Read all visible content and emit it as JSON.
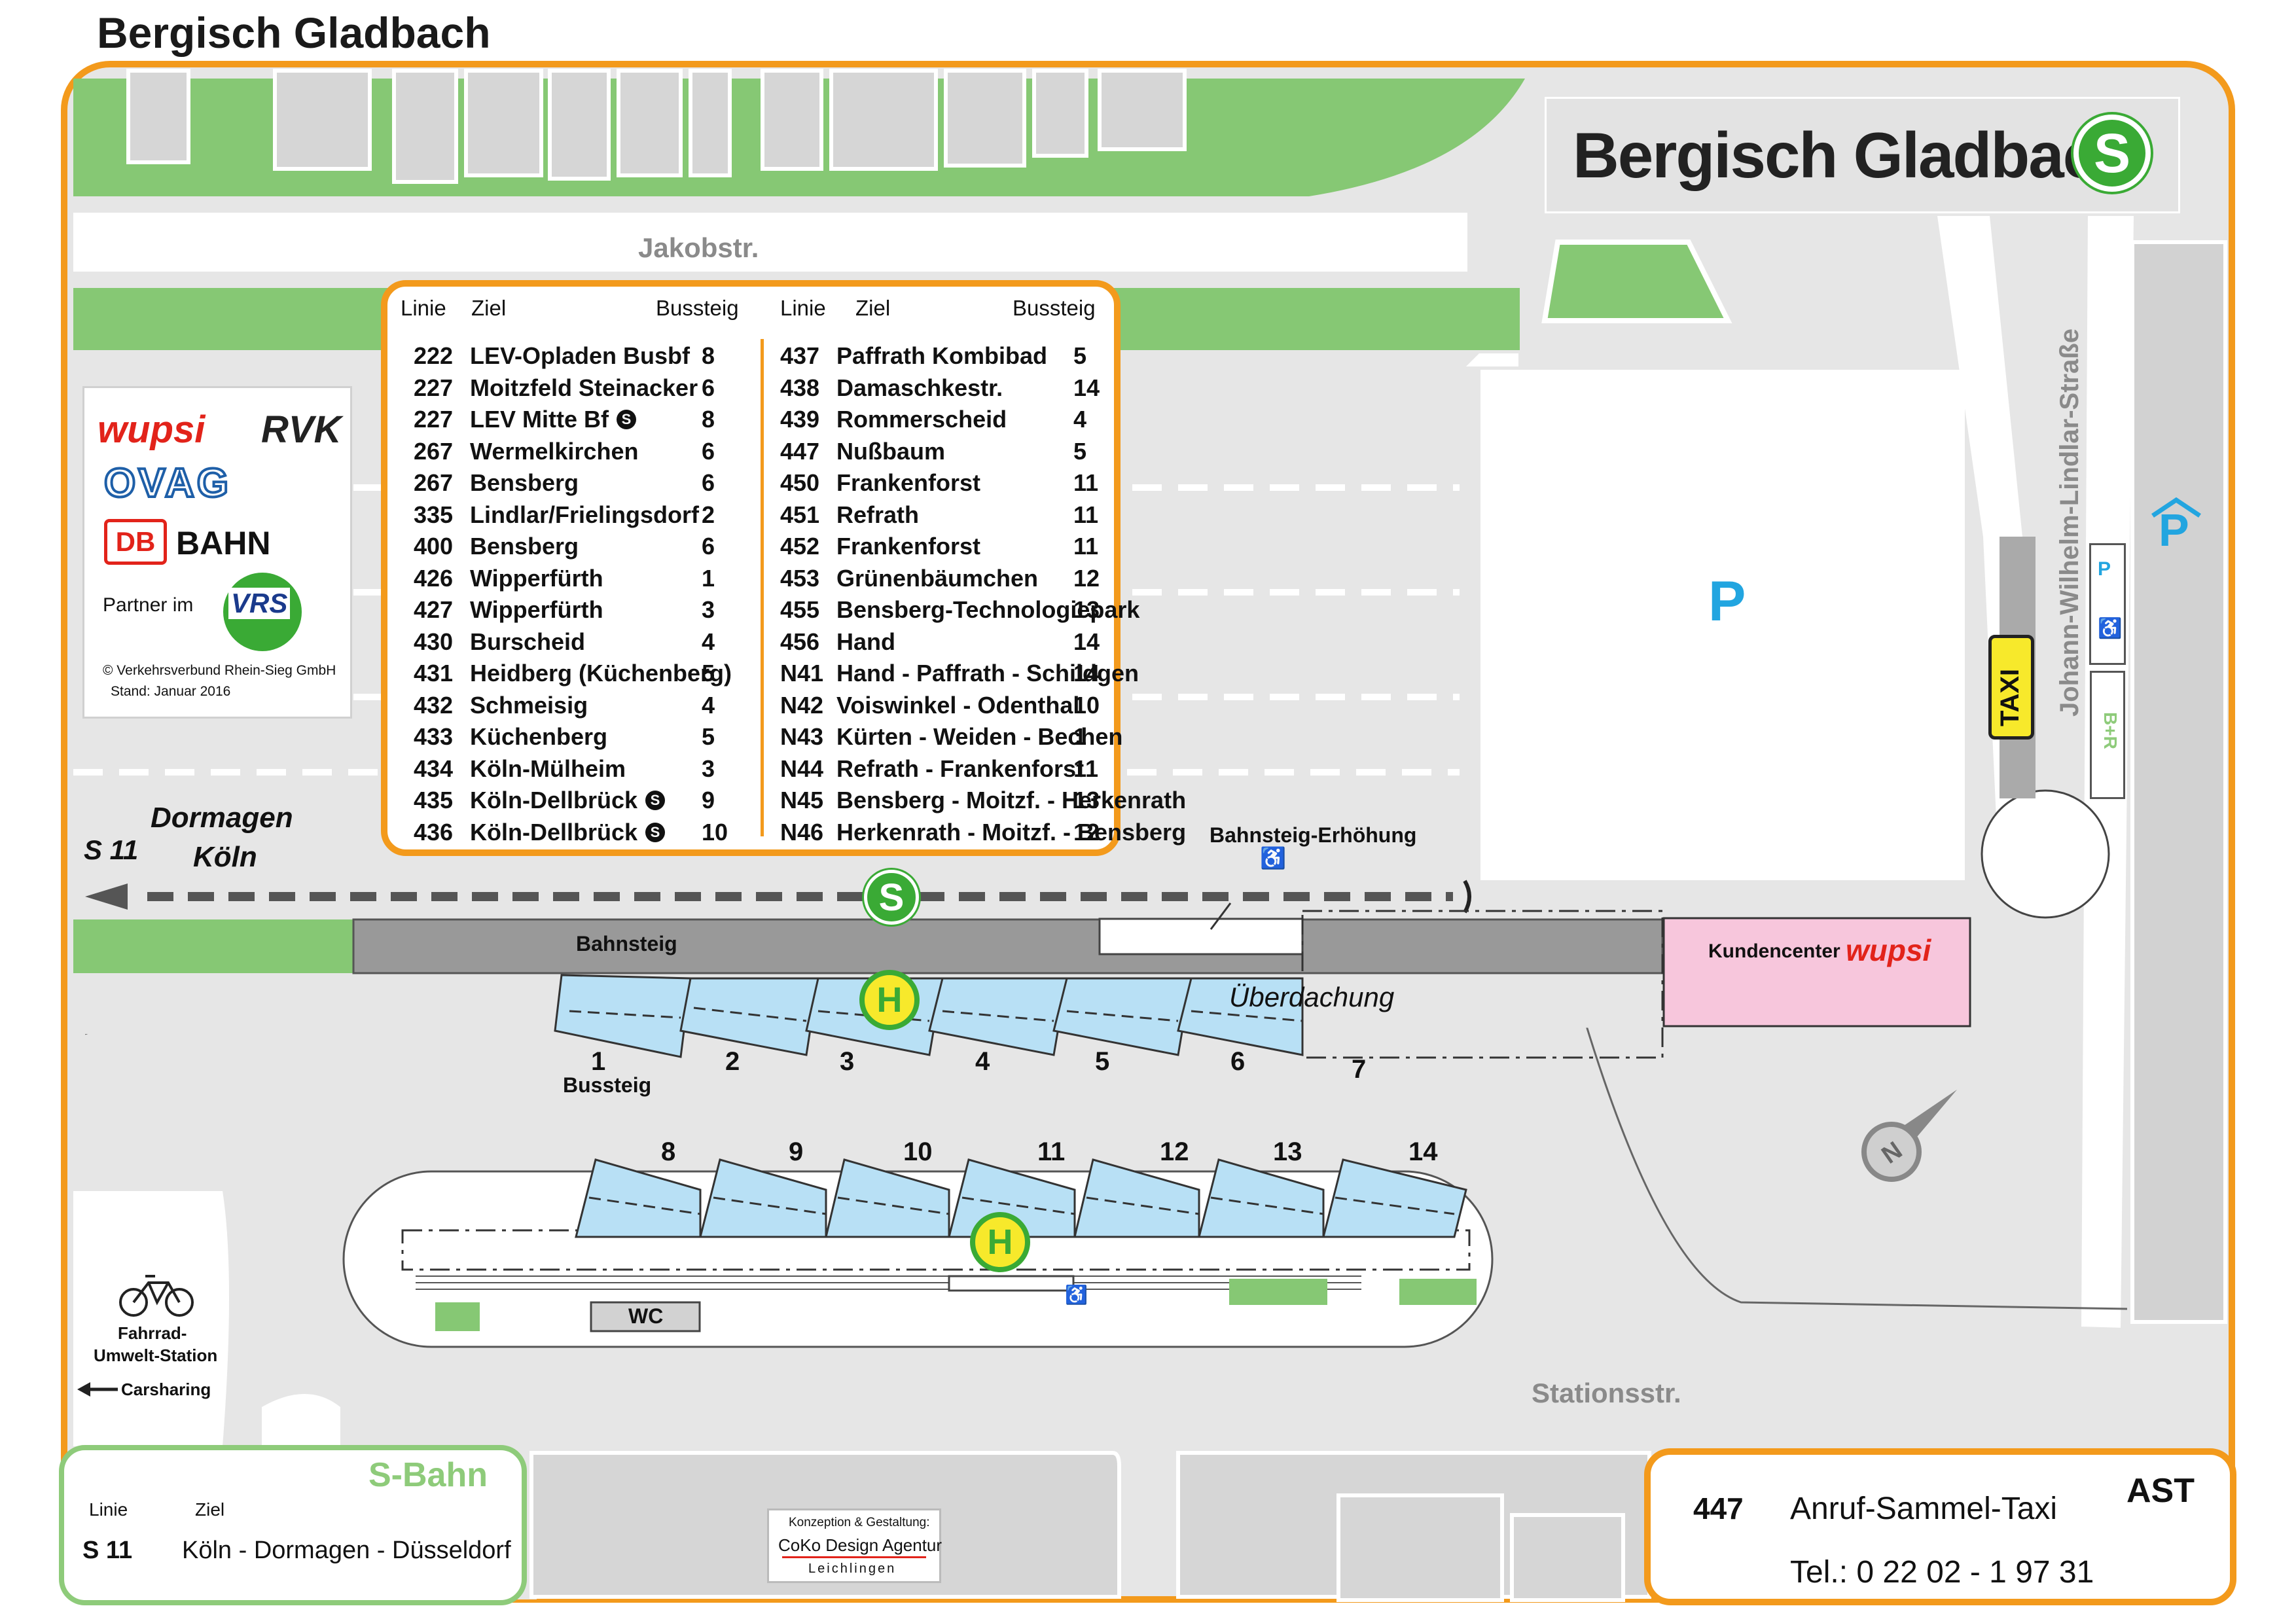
{
  "page_title": "Bergisch Gladbach",
  "station_sign": {
    "name": "Bergisch Gladbach",
    "sbahn_symbol": "S"
  },
  "streets": {
    "jakobstr": "Jakobstr.",
    "stationsstr": "Stationsstr.",
    "johann": "Johann-Wilhelm-Lindlar-Straße"
  },
  "bus_lines": {
    "headers": {
      "linie": "Linie",
      "ziel": "Ziel",
      "bussteig": "Bussteig"
    },
    "left": [
      {
        "linie": "222",
        "ziel": "LEV-Opladen Busbf",
        "bussteig": "8",
        "sbahn": false
      },
      {
        "linie": "227",
        "ziel": "Moitzfeld Steinacker",
        "bussteig": "6",
        "sbahn": false
      },
      {
        "linie": "227",
        "ziel": "LEV Mitte Bf",
        "bussteig": "8",
        "sbahn": true
      },
      {
        "linie": "267",
        "ziel": "Wermelkirchen",
        "bussteig": "6",
        "sbahn": false
      },
      {
        "linie": "267",
        "ziel": "Bensberg",
        "bussteig": "6",
        "sbahn": false
      },
      {
        "linie": "335",
        "ziel": "Lindlar/Frielingsdorf",
        "bussteig": "2",
        "sbahn": false
      },
      {
        "linie": "400",
        "ziel": "Bensberg",
        "bussteig": "6",
        "sbahn": false
      },
      {
        "linie": "426",
        "ziel": "Wipperfürth",
        "bussteig": "1",
        "sbahn": false
      },
      {
        "linie": "427",
        "ziel": "Wipperfürth",
        "bussteig": "3",
        "sbahn": false
      },
      {
        "linie": "430",
        "ziel": "Burscheid",
        "bussteig": "4",
        "sbahn": false
      },
      {
        "linie": "431",
        "ziel": "Heidberg (Küchenberg)",
        "bussteig": "5",
        "sbahn": false
      },
      {
        "linie": "432",
        "ziel": "Schmeisig",
        "bussteig": "4",
        "sbahn": false
      },
      {
        "linie": "433",
        "ziel": "Küchenberg",
        "bussteig": "5",
        "sbahn": false
      },
      {
        "linie": "434",
        "ziel": "Köln-Mülheim",
        "bussteig": "3",
        "sbahn": false
      },
      {
        "linie": "435",
        "ziel": "Köln-Dellbrück",
        "bussteig": "9",
        "sbahn": true
      },
      {
        "linie": "436",
        "ziel": "Köln-Dellbrück",
        "bussteig": "10",
        "sbahn": true
      }
    ],
    "right": [
      {
        "linie": "437",
        "ziel": "Paffrath Kombibad",
        "bussteig": "5"
      },
      {
        "linie": "438",
        "ziel": "Damaschkestr.",
        "bussteig": "14"
      },
      {
        "linie": "439",
        "ziel": "Rommerscheid",
        "bussteig": "4"
      },
      {
        "linie": "447",
        "ziel": "Nußbaum",
        "bussteig": "5"
      },
      {
        "linie": "450",
        "ziel": "Frankenforst",
        "bussteig": "11"
      },
      {
        "linie": "451",
        "ziel": "Refrath",
        "bussteig": "11"
      },
      {
        "linie": "452",
        "ziel": "Frankenforst",
        "bussteig": "11"
      },
      {
        "linie": "453",
        "ziel": "Grünenbäumchen",
        "bussteig": "12"
      },
      {
        "linie": "455",
        "ziel": "Bensberg-Technologiepark",
        "bussteig": "13"
      },
      {
        "linie": "456",
        "ziel": "Hand",
        "bussteig": "14"
      },
      {
        "linie": "N41",
        "ziel": "Hand - Paffrath - Schildgen",
        "bussteig": "14"
      },
      {
        "linie": "N42",
        "ziel": "Voiswinkel - Odenthal",
        "bussteig": "10"
      },
      {
        "linie": "N43",
        "ziel": "Kürten - Weiden - Bechen",
        "bussteig": "1"
      },
      {
        "linie": "N44",
        "ziel": "Refrath - Frankenforst",
        "bussteig": "11"
      },
      {
        "linie": "N45",
        "ziel": "Bensberg - Moitzf. - Herkenrath",
        "bussteig": "13"
      },
      {
        "linie": "N46",
        "ziel": "Herkenrath - Moitzf. - Bensberg",
        "bussteig": "12"
      }
    ]
  },
  "logos": {
    "wupsi": "wupsi",
    "rvk": "RVK",
    "ovag": "OVAG",
    "db": "DB",
    "bahn": "BAHN",
    "partner_im": "Partner im",
    "vrs": "VRS",
    "copyright": "© Verkehrsverbund Rhein-Sieg GmbH",
    "stand": "Stand: Januar 2016"
  },
  "train": {
    "line": "S 11",
    "dest1": "Dormagen",
    "dest2": "Köln"
  },
  "labels": {
    "bahnsteig": "Bahnsteig",
    "bahnsteig_erhoehung": "Bahnsteig-Erhöhung",
    "ueberdachung": "Überdachung",
    "bussteig": "Bussteig",
    "kundencenter": "Kundencenter",
    "kundencenter_brand": "wupsi",
    "taxi": "TAXI",
    "parking": "P",
    "br": "B+R",
    "wc": "WC",
    "fahrrad1": "Fahrrad-",
    "fahrrad2": "Umwelt-Station",
    "carsharing": "Carsharing",
    "h": "H",
    "sbahn_s": "S"
  },
  "bussteige_top": [
    "1",
    "2",
    "3",
    "4",
    "5",
    "6",
    "7"
  ],
  "bussteige_bottom": [
    "8",
    "9",
    "10",
    "11",
    "12",
    "13",
    "14"
  ],
  "sbahn_box": {
    "title": "S-Bahn",
    "h_linie": "Linie",
    "h_ziel": "Ziel",
    "linie": "S 11",
    "ziel": "Köln - Dormagen - Düsseldorf"
  },
  "ast_box": {
    "number": "447",
    "label": "Anruf-Sammel-Taxi",
    "code": "AST",
    "tel": "Tel.: 0 22 02 - 1 97 31"
  },
  "credit": {
    "line1": "Konzeption & Gestaltung:",
    "line2": "CoKo Design Agentur",
    "line3": "Leichlingen"
  },
  "colors": {
    "orange": "#f39a1c",
    "green": "#3aaa35",
    "grass": "#86c874",
    "road": "#e6e6e6",
    "roof": "#b8e0f5",
    "pink": "#f7c6dc",
    "platform": "#999999"
  }
}
